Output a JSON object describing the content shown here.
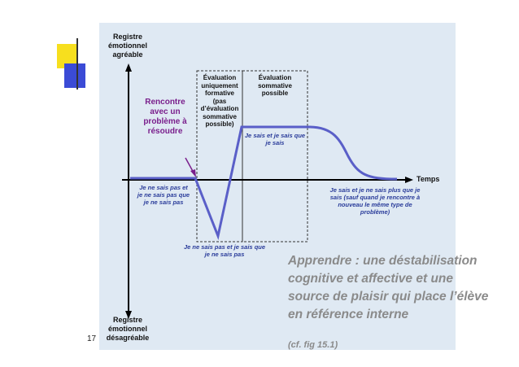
{
  "page_number": "17",
  "y_axis": {
    "top_label": "Registre émotionnel agréable",
    "bottom_label": "Registre émotionnel désagréable"
  },
  "x_axis_label": "Temps",
  "event_label": "Rencontre avec un problème à résoudre",
  "boxes": [
    {
      "title": "Évaluation uniquement formative (pas d’évaluation sommative possible)"
    },
    {
      "title": "Évaluation sommative possible"
    }
  ],
  "phases": {
    "phase1": "Je ne sais pas et je ne sais pas que je ne sais pas",
    "phase2": "Je ne sais pas et je sais que je ne sais pas",
    "phase3": "Je sais et je sais que je sais",
    "phase4": "Je sais et je ne sais plus que je sais (sauf quand je rencontre à nouveau le même type de problème)"
  },
  "summary": "Apprendre : une déstabilisation cognitive et affective et une source de plaisir qui place l’élève en référence interne",
  "summary_ref": "(cf. fig 15.1)",
  "colors": {
    "curve": "#5a5fc8",
    "event": "#7a1f8c",
    "panel": "#dfe9f3",
    "phase_text": "#2a3c9a",
    "summary_text": "#8a8a8a"
  }
}
